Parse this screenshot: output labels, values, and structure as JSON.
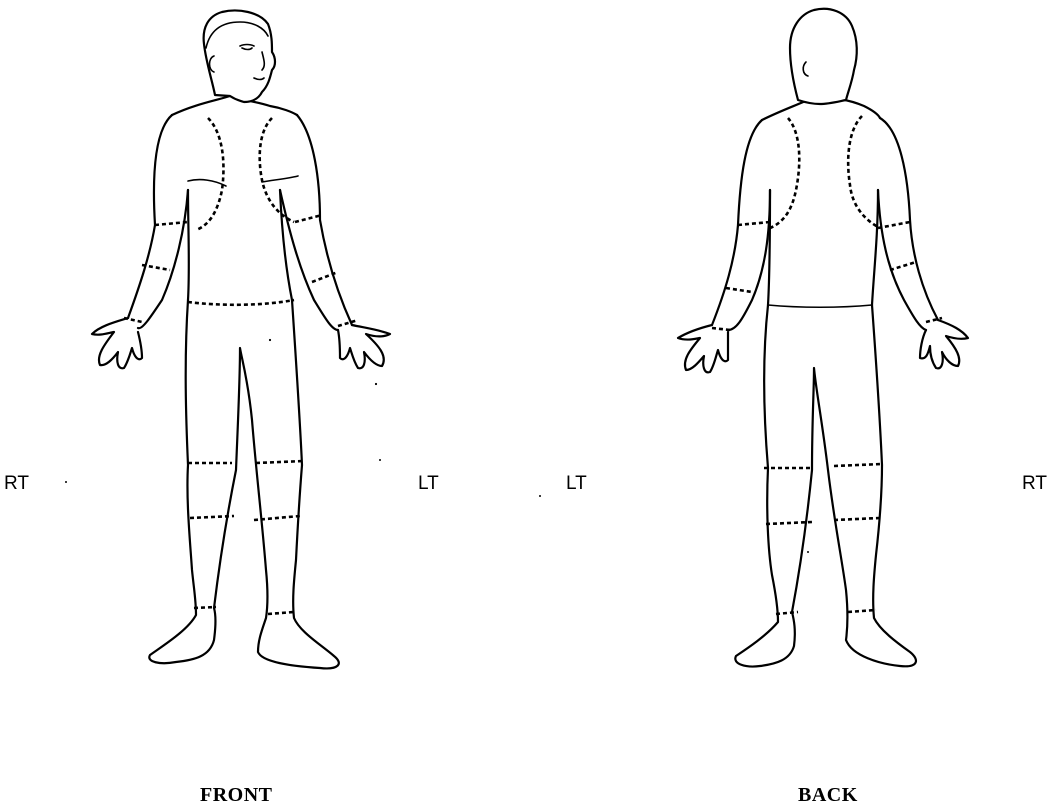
{
  "front": {
    "view_label": "FRONT",
    "left_side_label": "RT",
    "right_side_label": "LT"
  },
  "back": {
    "view_label": "BACK",
    "left_side_label": "LT",
    "right_side_label": "RT"
  }
}
